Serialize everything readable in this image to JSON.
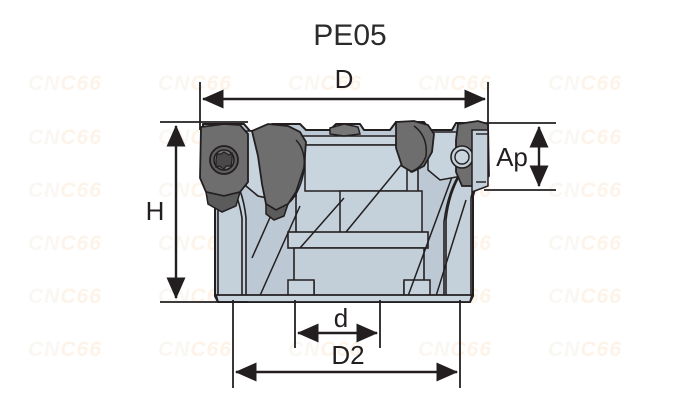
{
  "drawing": {
    "title": "PE05",
    "type": "technical-drawing",
    "subject": "indexable face mill cutter - side section view",
    "background_color": "#ffffff",
    "line_color": "#231f20",
    "body_fill": "#bcc9d4",
    "body_fill_light": "#cdd8e0",
    "insert_fill": "#6e6e6e",
    "insert_fill_dark": "#565656",
    "screw_fill": "#555555"
  },
  "dimensions": {
    "D": {
      "label": "D",
      "orientation": "horizontal",
      "position": "top",
      "description": "overall cutter diameter"
    },
    "Ap": {
      "label": "Ap",
      "orientation": "vertical",
      "position": "right",
      "description": "depth of cut"
    },
    "H": {
      "label": "H",
      "orientation": "vertical",
      "position": "left",
      "description": "overall cutter height"
    },
    "d": {
      "label": "d",
      "orientation": "horizontal",
      "position": "bottom-inner",
      "description": "bore diameter"
    },
    "D2": {
      "label": "D2",
      "orientation": "horizontal",
      "position": "bottom-outer",
      "description": "body diameter at base"
    }
  },
  "watermark": {
    "text_part_a": "CN",
    "text_part_b": "C66",
    "full_text": "CNC66",
    "color_a": "#faf7f3",
    "color_b": "#fdf3e8",
    "columns": 6,
    "rows": 6
  }
}
